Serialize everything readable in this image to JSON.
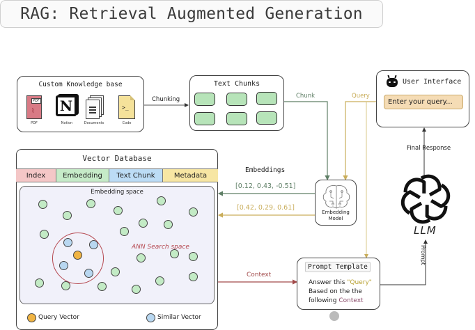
{
  "title": "RAG: Retrieval Augmented Generation",
  "knowledge_base": {
    "title": "Custom Knowledge base",
    "sources": [
      {
        "icon": "pdf-icon",
        "label": "PDF",
        "badge": "PDF"
      },
      {
        "icon": "notion-icon",
        "label": "Notion",
        "glyph": "N"
      },
      {
        "icon": "documents-icon",
        "label": "Documents"
      },
      {
        "icon": "code-icon",
        "label": "Code",
        "glyph": ">_"
      }
    ]
  },
  "edges": {
    "chunking": "Chunking",
    "chunk": "Chunk",
    "query": "Query",
    "final_response": "Final Response",
    "embeddings": "Embeddings",
    "embedding_1": "[0.12, 0.43, -0.51]",
    "embedding_2": "[0.42, 0.29, 0.61]",
    "context": "Context",
    "prompt": "Prompt"
  },
  "text_chunks": {
    "title": "Text Chunks",
    "count": 6
  },
  "user_interface": {
    "title": "User Interface",
    "icon": "robot-icon",
    "input_placeholder": "Enter your query..."
  },
  "vector_database": {
    "title": "Vector Database",
    "columns": [
      {
        "label": "Index",
        "color": "#f4c7c7"
      },
      {
        "label": "Embedding",
        "color": "#c6ebc8"
      },
      {
        "label": "Text Chunk",
        "color": "#bcdcf5"
      },
      {
        "label": "Metadata",
        "color": "#f7e6a3"
      }
    ],
    "embedding_space": {
      "title": "Embedding space",
      "ann_label": "ANN Search space"
    },
    "legend": [
      {
        "label": "Query Vector",
        "color": "#f0b443"
      },
      {
        "label": "Similar Vector",
        "color": "#b8d7f0"
      }
    ]
  },
  "embedding_model": {
    "label_line1": "Embedding",
    "label_line2": "Model",
    "icon": "brain-circuit-icon"
  },
  "llm": {
    "label": "LLM",
    "icon": "openai-logo-icon"
  },
  "prompt_template": {
    "title": "Prompt Template",
    "line1_prefix": "Answer this ",
    "line1_query": "\"Query\"",
    "line2": "Based on the the",
    "line3_prefix": "following ",
    "line3_context": "Context"
  },
  "colors": {
    "chunk_edge": "#5f7f66",
    "query_edge": "#c9ad5a",
    "context_edge": "#a24a4a",
    "ann_circle": "#b5474f",
    "query_text": "#b8a030",
    "context_text": "#8a4b6a"
  }
}
